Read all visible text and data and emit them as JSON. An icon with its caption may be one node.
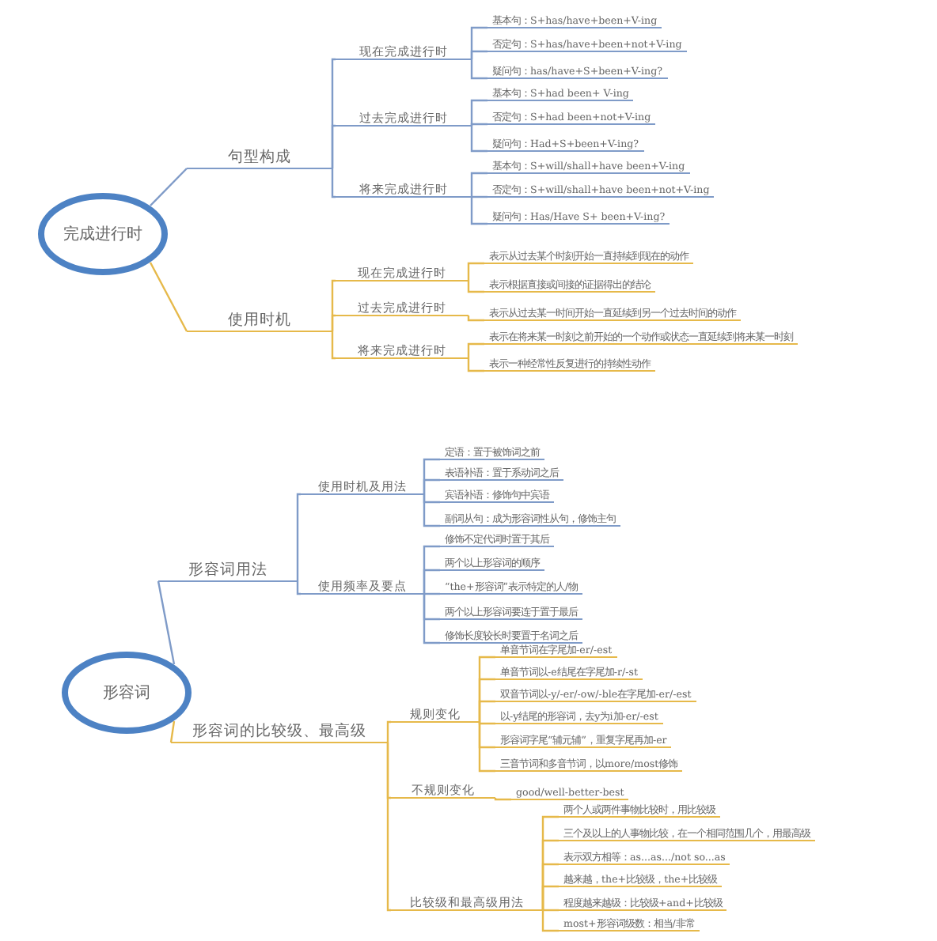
{
  "diagram": {
    "nodes": [
      {
        "text": [
          "完成进行时"
        ]
      },
      {
        "text": [
          "句型构成"
        ]
      },
      {
        "text": [
          "现在完成进行时"
        ]
      },
      {
        "text": [
          "基本句：S+has/have+been+V-ing"
        ]
      },
      {
        "text": [
          "否定句：S+has/have+been+not+V-ing"
        ]
      },
      {
        "text": [
          "疑问句：has/have+S+been+V-ing?"
        ]
      },
      {
        "text": [
          "过去完成进行时"
        ]
      },
      {
        "text": [
          "基本句：S+had been+ V-ing"
        ]
      },
      {
        "text": [
          "否定句：S+had been+not+V-ing"
        ]
      },
      {
        "text": [
          "疑问句：Had+S+been+V-ing?"
        ]
      },
      {
        "text": [
          "将来完成进行时"
        ]
      },
      {
        "text": [
          "基本句：S+will/shall+have been+V-ing"
        ]
      },
      {
        "text": [
          "否定句：S+will/shall+have been+not+V-ing"
        ]
      },
      {
        "text": [
          "疑问句：Has/Have S+ been+V-ing?"
        ]
      },
      {
        "text": [
          "使用时机"
        ]
      },
      {
        "text": [
          "现在完成进行时"
        ]
      },
      {
        "text": [
          "表示从过去某个时刻开始一直持续到现在的动作"
        ]
      },
      {
        "text": [
          "表示根据直接或间接的证据得出的结论"
        ]
      },
      {
        "text": [
          "过去完成进行时"
        ]
      },
      {
        "text": [
          "表示从过去某一时间开始一直延续到另一个过去时间的动作"
        ]
      },
      {
        "text": [
          "将来完成进行时"
        ]
      },
      {
        "text": [
          "表示在将来某一时刻之前开始的一个动作或状态一直延续到将来某一时刻"
        ]
      },
      {
        "text": [
          "表示一种经常性反复进行的持续性动作"
        ]
      },
      {
        "text": [
          "形容词"
        ]
      },
      {
        "text": [
          "形容词用法"
        ]
      },
      {
        "text": [
          "使用时机及用法"
        ]
      },
      {
        "text": [
          "定语：置于被饰词之前"
        ]
      },
      {
        "text": [
          "表语补语：置于系动词之后"
        ]
      },
      {
        "text": [
          "宾语补语：修饰句中宾语"
        ]
      },
      {
        "text": [
          "副词从句：成为形容词性从句，修饰主句"
        ]
      },
      {
        "text": [
          "使用频率及要点"
        ]
      },
      {
        "text": [
          "修饰不定代词时置于其后"
        ]
      },
      {
        "text": [
          "两个以上形容词的顺序"
        ]
      },
      {
        "text": [
          "“the+形容词”表示特定的人/物"
        ]
      },
      {
        "text": [
          "两个以上形容词要连于置于最后"
        ]
      },
      {
        "text": [
          "修饰长度较长时要置于名词之后"
        ]
      },
      {
        "text": [
          "形容词的比较级、最高级"
        ]
      },
      {
        "text": [
          "规则变化"
        ]
      },
      {
        "text": [
          "单音节词在字尾加-er/-est"
        ]
      },
      {
        "text": [
          "单音节词以-e结尾在字尾加-r/-st"
        ]
      },
      {
        "text": [
          "双音节词以-y/-er/-ow/-ble在字尾加-er/-est"
        ]
      },
      {
        "text": [
          "以-y结尾的形容词，去y为i加-er/-est"
        ]
      },
      {
        "text": [
          "形容词字尾“辅元辅”，重复字尾再加-er"
        ]
      },
      {
        "text": [
          "三音节词和多音节词，以more/most修饰"
        ]
      },
      {
        "text": [
          "不规则变化"
        ]
      },
      {
        "text": [
          "good/well-better-best"
        ]
      },
      {
        "text": [
          "比较级和最高级用法"
        ]
      },
      {
        "text": [
          "两个人或两件事物比较时，用比较级"
        ]
      },
      {
        "text": [
          "三个及以上的人事物比较，在一个相同范围几个，用最高级"
        ]
      },
      {
        "text": [
          "表示双方相等：as...as.../not so...as"
        ]
      },
      {
        "text": [
          "越来越，the+比较级，the+比较级"
        ]
      },
      {
        "text": [
          "程度越来越级：比较级+and+比较级"
        ]
      },
      {
        "text": [
          "most+形容词级数：相当/非常"
        ]
      }
    ],
    "edges": [
      {
        "from": 0,
        "to": 1,
        "arrow": "none",
        "color": "#7f9bc8"
      },
      {
        "from": 1,
        "to": 2,
        "arrow": "none",
        "color": "#7f9bc8"
      },
      {
        "from": 2,
        "to": 3,
        "arrow": "none",
        "color": "#7f9bc8"
      },
      {
        "from": 2,
        "to": 4,
        "arrow": "none",
        "color": "#7f9bc8"
      },
      {
        "from": 2,
        "to": 5,
        "arrow": "none",
        "color": "#7f9bc8"
      },
      {
        "from": 1,
        "to": 6,
        "arrow": "none",
        "color": "#7f9bc8"
      },
      {
        "from": 6,
        "to": 7,
        "arrow": "none",
        "color": "#7f9bc8"
      },
      {
        "from": 6,
        "to": 8,
        "arrow": "none",
        "color": "#7f9bc8"
      },
      {
        "from": 6,
        "to": 9,
        "arrow": "none",
        "color": "#7f9bc8"
      },
      {
        "from": 1,
        "to": 10,
        "arrow": "none",
        "color": "#7f9bc8"
      },
      {
        "from": 10,
        "to": 11,
        "arrow": "none",
        "color": "#7f9bc8"
      },
      {
        "from": 10,
        "to": 12,
        "arrow": "none",
        "color": "#7f9bc8"
      },
      {
        "from": 10,
        "to": 13,
        "arrow": "none",
        "color": "#7f9bc8"
      },
      {
        "from": 0,
        "to": 14,
        "arrow": "none"
      },
      {
        "from": 14,
        "to": 15,
        "arrow": "none"
      },
      {
        "from": 15,
        "to": 16,
        "arrow": "none"
      },
      {
        "from": 15,
        "to": 17,
        "arrow": "none"
      },
      {
        "from": 14,
        "to": 18,
        "arrow": "none"
      },
      {
        "from": 18,
        "to": 19,
        "arrow": "none"
      },
      {
        "from": 14,
        "to": 20,
        "arrow": "none"
      },
      {
        "from": 20,
        "to": 21,
        "arrow": "none"
      },
      {
        "from": 20,
        "to": 22,
        "arrow": "none"
      },
      {
        "from": 23,
        "to": 24,
        "arrow": "none",
        "color": "#7f9bc8"
      },
      {
        "from": 24,
        "to": 25,
        "arrow": "none",
        "color": "#7f9bc8"
      },
      {
        "from": 25,
        "to": 26,
        "arrow": "none",
        "color": "#7f9bc8"
      },
      {
        "from": 25,
        "to": 27,
        "arrow": "none",
        "color": "#7f9bc8"
      },
      {
        "from": 25,
        "to": 28,
        "arrow": "none",
        "color": "#7f9bc8"
      },
      {
        "from": 25,
        "to": 29,
        "arrow": "none",
        "color": "#7f9bc8"
      },
      {
        "from": 24,
        "to": 30,
        "arrow": "none",
        "color": "#7f9bc8"
      },
      {
        "from": 30,
        "to": 31,
        "arrow": "none",
        "color": "#7f9bc8"
      },
      {
        "from": 30,
        "to": 32,
        "arrow": "none",
        "color": "#7f9bc8"
      },
      {
        "from": 30,
        "to": 33,
        "arrow": "none",
        "color": "#7f9bc8"
      },
      {
        "from": 30,
        "to": 34,
        "arrow": "none",
        "color": "#7f9bc8"
      },
      {
        "from": 30,
        "to": 35,
        "arrow": "none",
        "color": "#7f9bc8"
      },
      {
        "from": 23,
        "to": 36,
        "arrow": "none"
      },
      {
        "from": 36,
        "to": 37,
        "arrow": "none"
      },
      {
        "from": 37,
        "to": 38,
        "arrow": "none"
      },
      {
        "from": 37,
        "to": 39,
        "arrow": "none"
      },
      {
        "from": 37,
        "to": 40,
        "arrow": "none"
      },
      {
        "from": 37,
        "to": 41,
        "arrow": "none"
      },
      {
        "from": 37,
        "to": 42,
        "arrow": "none"
      },
      {
        "from": 37,
        "to": 43,
        "arrow": "none"
      },
      {
        "from": 36,
        "to": 44,
        "arrow": "none"
      },
      {
        "from": 44,
        "to": 45,
        "arrow": "none"
      },
      {
        "from": 36,
        "to": 46,
        "arrow": "none"
      },
      {
        "from": 46,
        "to": 47,
        "arrow": "none"
      },
      {
        "from": 46,
        "to": 48,
        "arrow": "none"
      },
      {
        "from": 46,
        "to": 49,
        "arrow": "none"
      },
      {
        "from": 46,
        "to": 50,
        "arrow": "none"
      },
      {
        "from": 46,
        "to": 51,
        "arrow": "none"
      },
      {
        "from": 46,
        "to": 52,
        "arrow": "none"
      }
    ]
  }
}
